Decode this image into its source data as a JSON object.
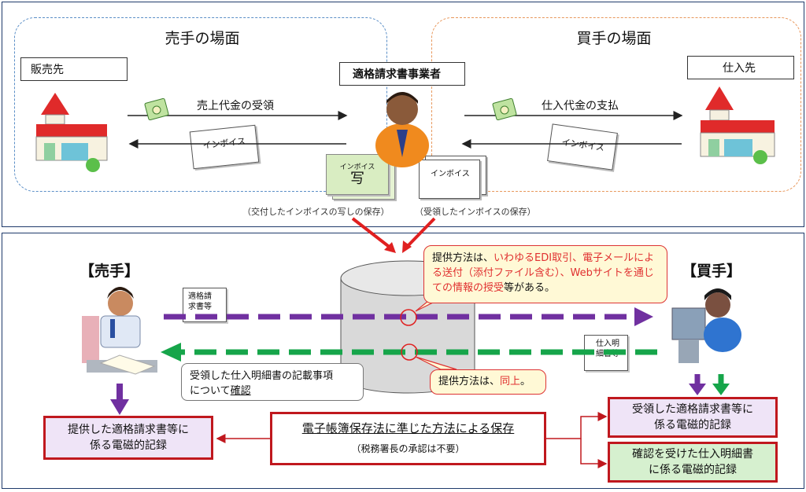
{
  "top": {
    "seller_scene_title": "売手の場面",
    "buyer_scene_title": "買手の場面",
    "sales_destination": "販売先",
    "supplier": "仕入先",
    "qualified_issuer": "適格請求書事業者",
    "receipt_label": "売上代金の受領",
    "payment_label": "仕入代金の支払",
    "invoice_doc_left": "インボイス",
    "invoice_doc_right": "インボイス",
    "copy_doc_label": "インボイス",
    "copy_doc_char": "写",
    "received_doc_label": "インボイス",
    "caption_left": "（交付したインボイスの写しの保存）",
    "caption_right": "（受領したインボイスの保存）"
  },
  "bottom": {
    "seller_label": "【売手】",
    "buyer_label": "【買手】",
    "qualified_doc": [
      "適格請",
      "求書等"
    ],
    "statement_doc": [
      "仕入明",
      "細書等"
    ],
    "callout_top": {
      "prefix": "提供方法は、",
      "highlight": "いわゆるEDI取引、電子メールによる送付（添付ファイル含む）、Webサイトを通じての情報の授受",
      "suffix": "等がある。"
    },
    "callout_bottom": {
      "prefix": "提供方法は、",
      "highlight": "同上",
      "suffix": "。"
    },
    "confirm_note": {
      "line1": "受領した仕入明細書の記載事項",
      "line2_prefix": "について",
      "line2_underlined": "確認"
    },
    "seller_record": [
      "提供した適格請求書等に",
      "係る電磁的記録"
    ],
    "center_record_title": "電子帳簿保存法に準じた方法による保存",
    "center_record_note": "（税務署長の承認は不要）",
    "buyer_record_1": [
      "受領した適格請求書等に",
      "係る電磁的記録"
    ],
    "buyer_record_2": [
      "確認を受けた仕入明細書",
      "に係る電磁的記録"
    ]
  },
  "colors": {
    "purple": "#7030a0",
    "green": "#16a54a",
    "red": "#e02020",
    "dark_red": "#c0181e",
    "blue_dashed": "#5b8fc7",
    "orange_dashed": "#e8975b",
    "highlight_text": "#e03030"
  }
}
